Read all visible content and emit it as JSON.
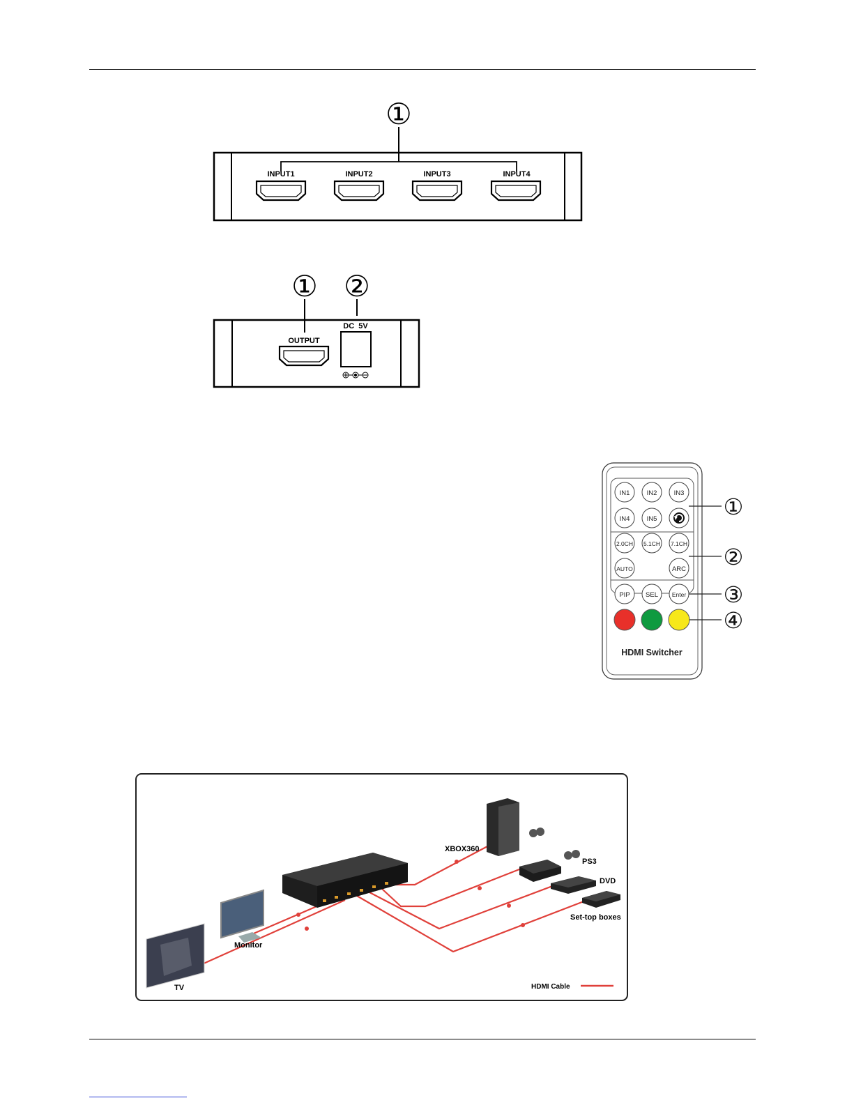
{
  "front_panel": {
    "callout": "①",
    "inputs": [
      "INPUT1",
      "INPUT2",
      "INPUT3",
      "INPUT4"
    ]
  },
  "rear_panel": {
    "callout_output": "①",
    "callout_power": "②",
    "output_label": "OUTPUT",
    "power_label": "DC  5V"
  },
  "remote": {
    "row1": [
      "IN1",
      "IN2",
      "IN3"
    ],
    "row2": [
      "IN4",
      "IN5"
    ],
    "row3": [
      "2.0CH",
      "5.1CH",
      "7.1CH"
    ],
    "row4": [
      "AUTO",
      "ARC"
    ],
    "row5": [
      "PIP",
      "SEL",
      "Enter"
    ],
    "color_buttons": [
      "#e8302a",
      "#0f9a40",
      "#f7e81a"
    ],
    "title": "HDMI Switcher",
    "callouts": [
      "①",
      "②",
      "③",
      "④"
    ]
  },
  "connection": {
    "labels": {
      "xbox": "XBOX360",
      "ps3": "PS3",
      "dvd": "DVD",
      "stb": "Set-top boxes",
      "monitor": "Monitor",
      "tv": "TV",
      "cable": "HDMI Cable"
    },
    "cable_color": "#e0403a"
  }
}
